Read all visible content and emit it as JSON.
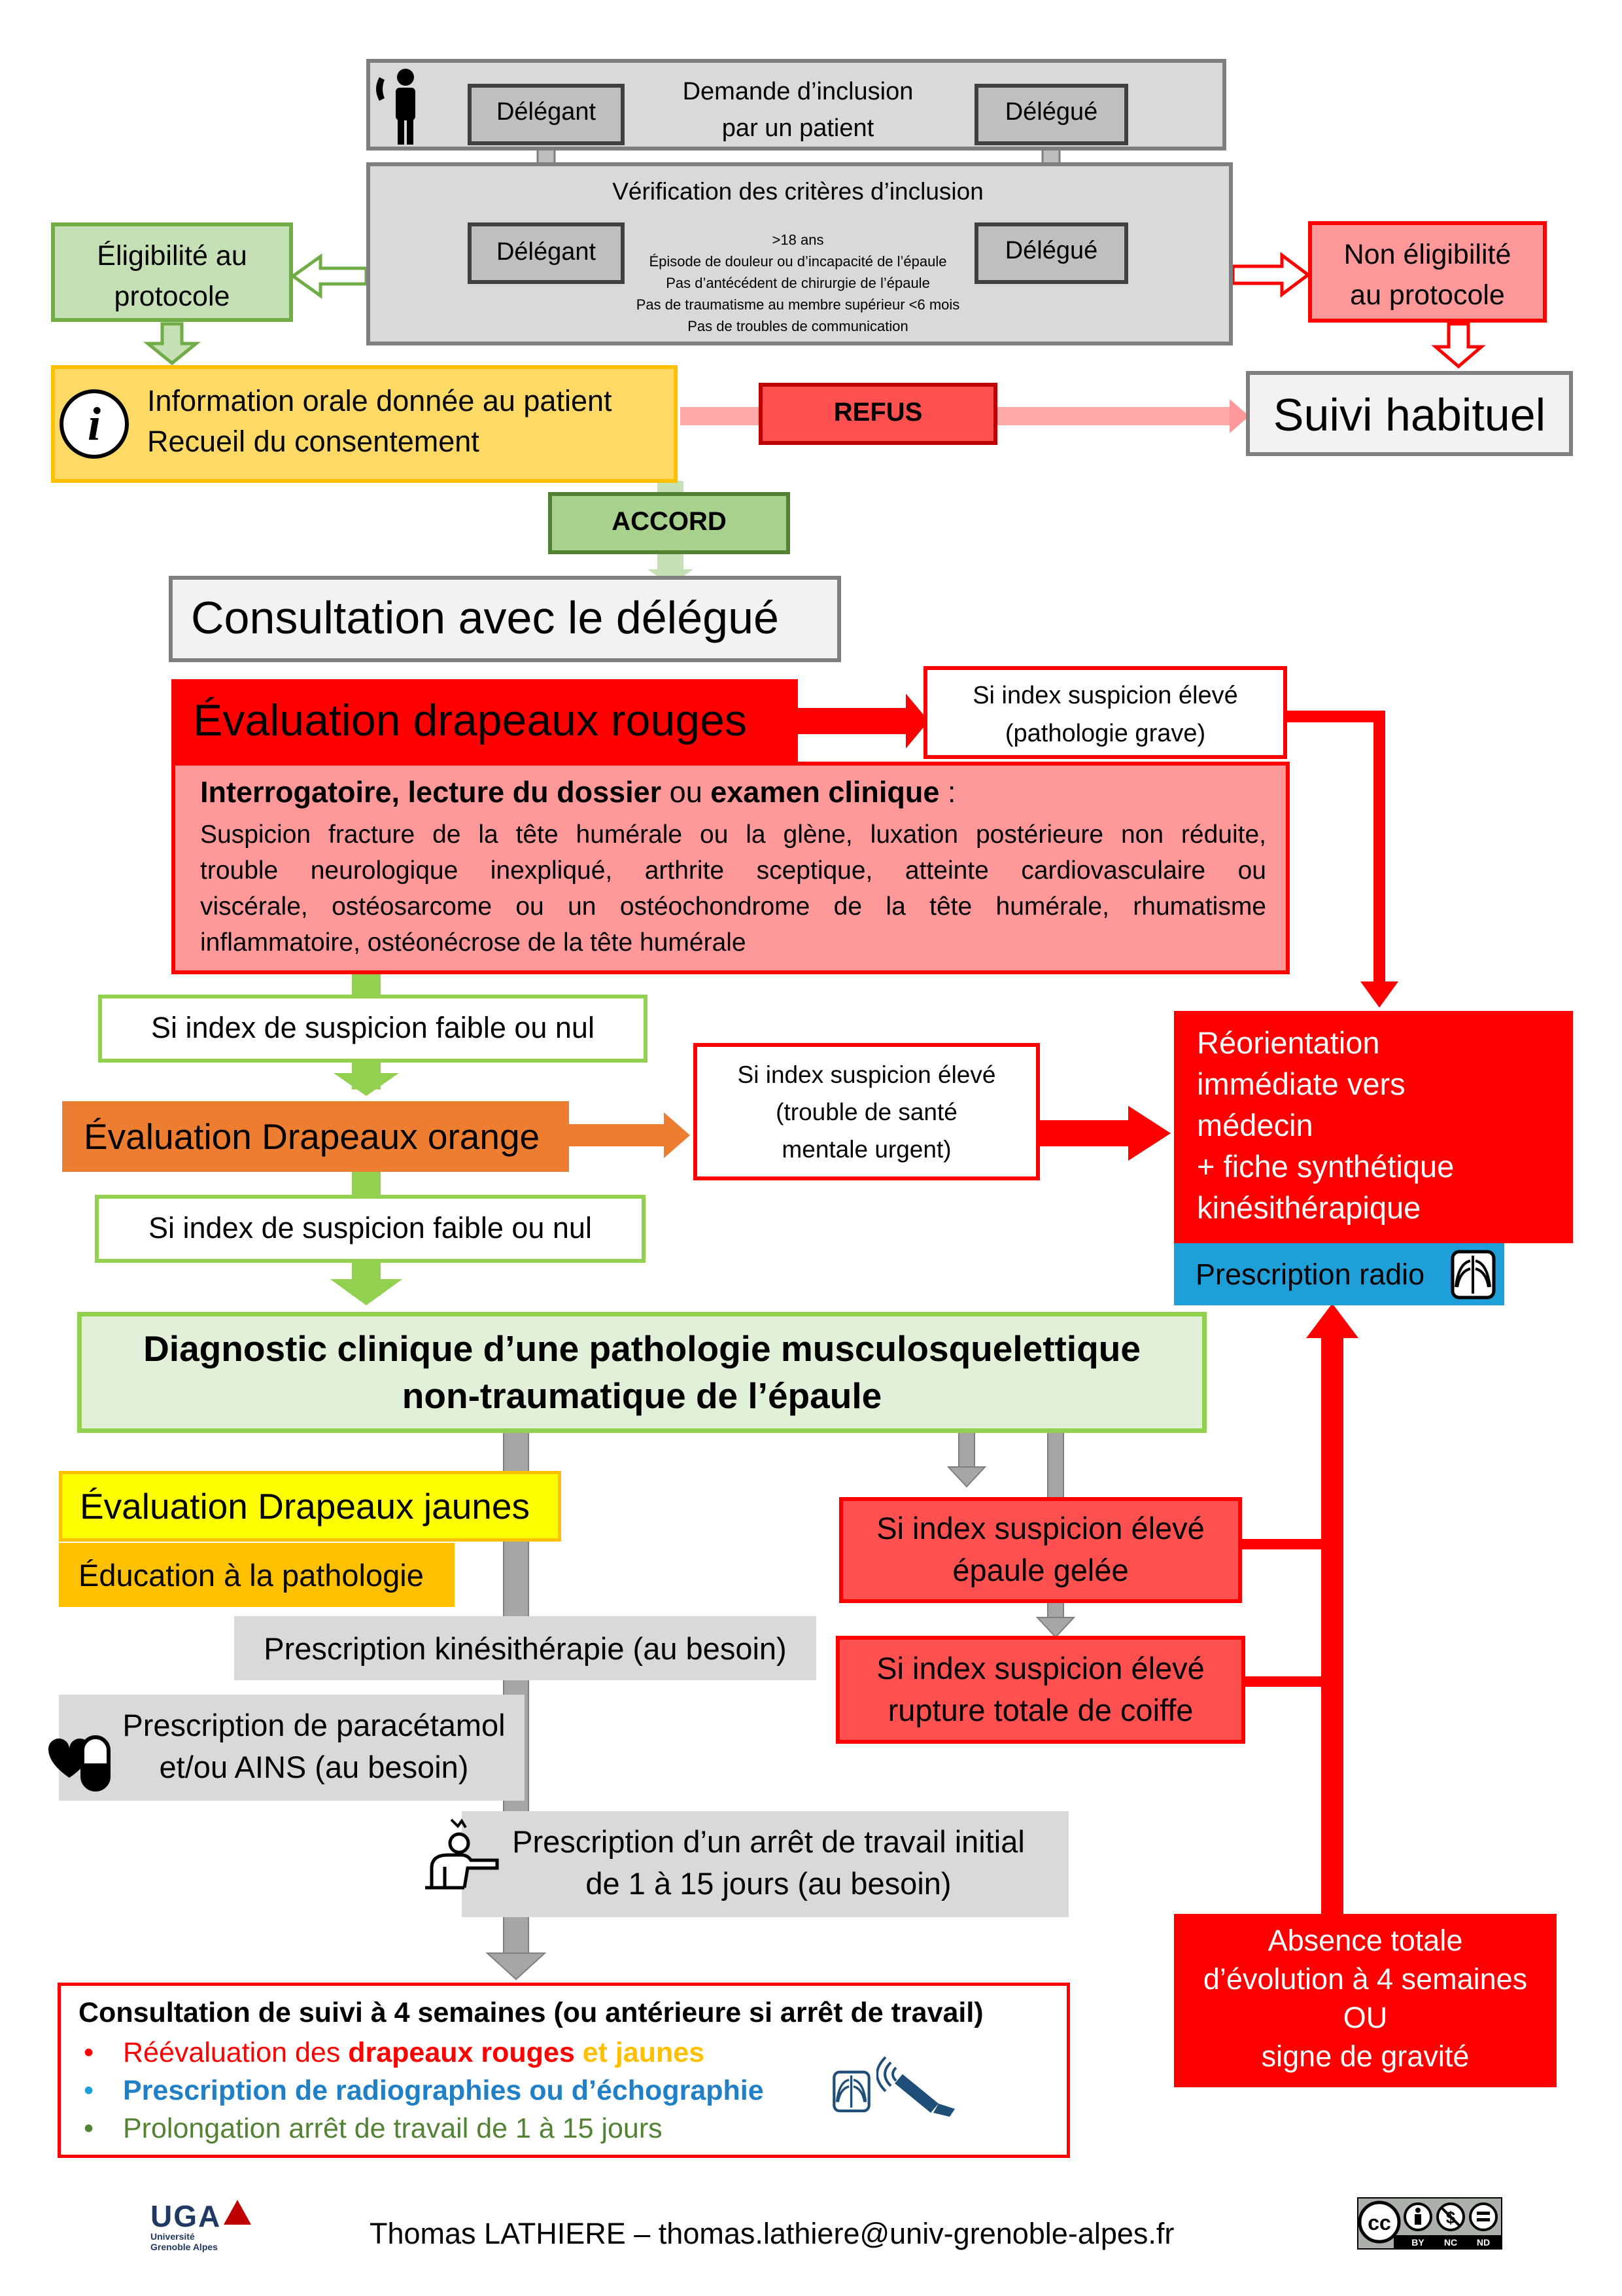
{
  "header": {
    "request_line1": "Demande d’inclusion",
    "request_line2": "par un patient",
    "delegant": "Délégant",
    "delegue": "Délégué",
    "verification_title": "Vérification des critères d’inclusion",
    "criteria": [
      ">18 ans",
      "Épisode de douleur ou d’incapacité de l’épaule",
      "Pas d’antécédent de chirurgie de l’épaule",
      "Pas de traumatisme au membre supérieur <6 mois",
      "Pas de troubles de communication"
    ]
  },
  "eligibility": {
    "line1": "Éligibilité au",
    "line2": "protocole"
  },
  "non_eligibility": {
    "line1": "Non éligibilité",
    "line2": "au protocole"
  },
  "information": {
    "line1": "Information orale donnée au patient",
    "line2": "Recueil du consentement"
  },
  "refus": "REFUS",
  "suivi_habituel": "Suivi habituel",
  "accord": "ACCORD",
  "consultation": "Consultation avec le délégué",
  "red_flags": {
    "title": "Évaluation drapeaux rouges",
    "bold1": "Interrogatoire, lecture du dossier",
    "ou": " ou ",
    "bold2": "examen clinique",
    "colon": " :",
    "lines": [
      "Suspicion fracture de la tête humérale ou la glène, luxation postérieure non réduite,",
      "trouble neurologique inexpliqué, arthrite sceptique, atteinte cardiovasculaire ou",
      "viscérale, ostéosarcome ou un ostéochondrome de la tête humérale, rhumatisme",
      "inflammatoire, ostéonécrose de la tête humérale"
    ],
    "high_line1": "Si index suspicion élevé",
    "high_line2": "(pathologie grave)"
  },
  "low_suspicion": "Si index de suspicion faible ou nul",
  "orange_flags": {
    "title": "Évaluation Drapeaux orange",
    "high_line1": "Si index suspicion élevé",
    "high_line2": "(trouble de santé",
    "high_line3": "mentale urgent)"
  },
  "reorientation": {
    "lines": [
      "Réorientation",
      "immédiate vers",
      "médecin",
      "+ fiche synthétique",
      "kinésithérapique"
    ],
    "prescription_radio": "Prescription radio"
  },
  "diagnostic": {
    "line1": "Diagnostic clinique d’une pathologie musculosquelettique",
    "line2": "non-traumatique de l’épaule"
  },
  "yellow_flags": {
    "title": "Évaluation Drapeaux jaunes"
  },
  "education": "Éducation à la pathologie",
  "kine": "Prescription kinésithérapie (au besoin)",
  "paracetamol": {
    "line1": "Prescription de paracétamol",
    "line2": "et/ou AINS (au besoin)"
  },
  "arret": {
    "line1": "Prescription d’un arrêt de travail initial",
    "line2": "de 1 à 15 jours (au besoin)"
  },
  "frozen": {
    "line1": "Si index suspicion élevé",
    "line2": "épaule gelée"
  },
  "rupture": {
    "line1": "Si index suspicion élevé",
    "line2": "rupture totale de coiffe"
  },
  "absence": {
    "line1": "Absence totale",
    "line2": "d’évolution à 4 semaines",
    "line3": "OU",
    "line4": "signe de gravité"
  },
  "followup": {
    "title": "Consultation de suivi à 4 semaines (ou antérieure si arrêt de travail)",
    "bullet": "•",
    "item1_a": "Réévaluation des ",
    "item1_b": "drapeaux rouges",
    "item1_c": " et jaunes",
    "item2": "Prescription de radiographies ou d’échographie",
    "item3": "Prolongation arrêt de travail de 1 à 15 jours"
  },
  "footer": {
    "uga": "UGA",
    "uga_sub1": "Université",
    "uga_sub2": "Grenoble Alpes",
    "author": "Thomas LATHIERE – thomas.lathiere@univ-grenoble-alpes.fr",
    "cc": "cc",
    "by": "BY",
    "nc": "NC",
    "nd": "ND"
  },
  "colors": {
    "red": "#FF0000",
    "light_red": "#FF9999",
    "green": "#70AD47",
    "light_green": "#C5E0B4",
    "orange": "#ED7D31",
    "yellow": "#FFFF00",
    "gold": "#FFC000",
    "blue": "#1F9FD7",
    "gray": "#BFBFBF"
  }
}
